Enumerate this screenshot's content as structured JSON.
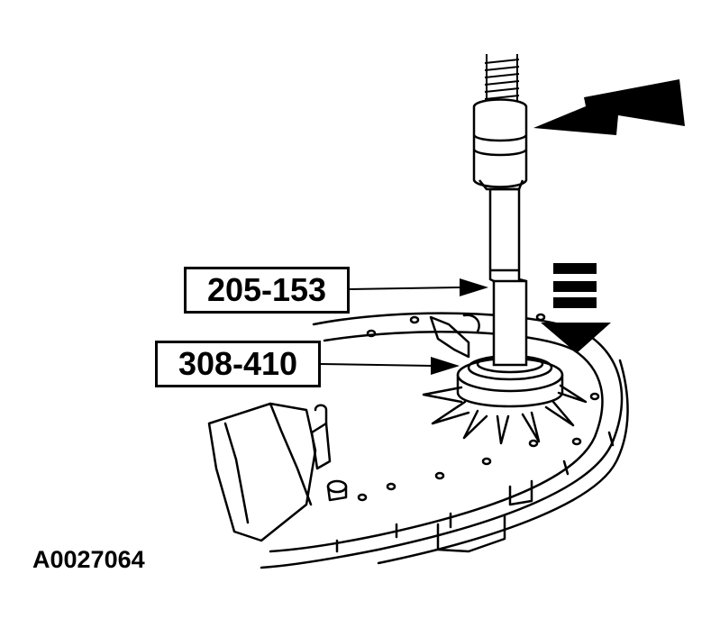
{
  "callouts": [
    {
      "id": "tool-1",
      "text": "205-153"
    },
    {
      "id": "tool-2",
      "text": "308-410"
    }
  ],
  "figure_id": "A0027064",
  "colors": {
    "ink": "#000000",
    "paper": "#ffffff"
  }
}
